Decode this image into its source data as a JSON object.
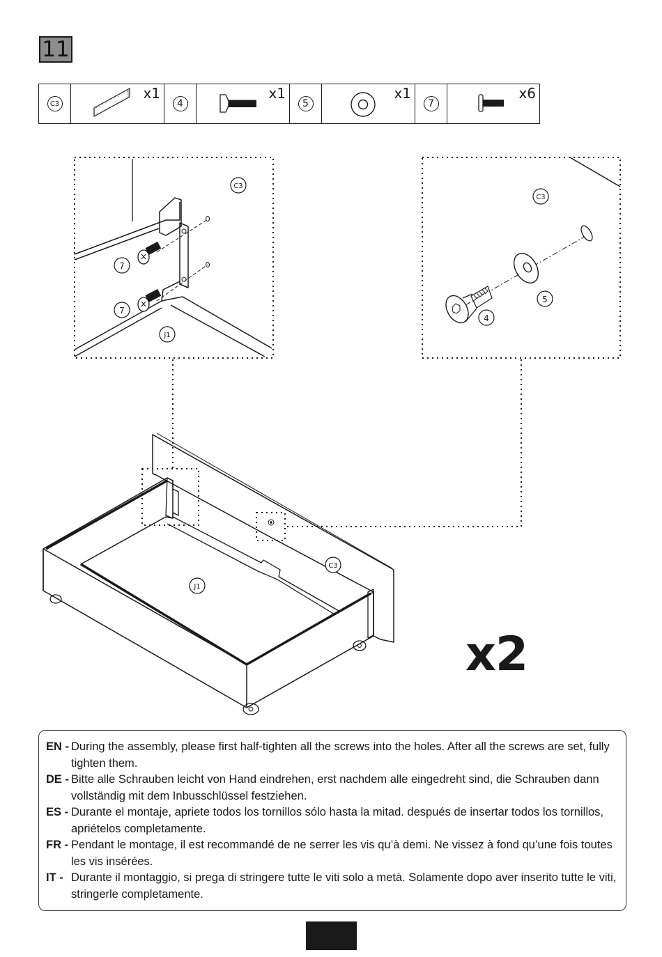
{
  "step": {
    "number": "11"
  },
  "parts": [
    {
      "id": "C3",
      "qty": "x1",
      "icon": "panel-icon"
    },
    {
      "id": "4",
      "qty": "x1",
      "icon": "bolt-icon"
    },
    {
      "id": "5",
      "qty": "x1",
      "icon": "washer-icon"
    },
    {
      "id": "7",
      "qty": "x6",
      "icon": "screw-icon"
    }
  ],
  "detail_left": {
    "labels": {
      "top": "C3",
      "screw_a": "7",
      "screw_b": "7",
      "bottom": "J1"
    }
  },
  "detail_right": {
    "labels": {
      "top": "C3",
      "washer": "5",
      "bolt": "4"
    }
  },
  "main_drawing": {
    "labels": {
      "side": "C3",
      "base": "J1"
    }
  },
  "multiplier": "x2",
  "instructions": [
    {
      "lang": "EN -",
      "text": "During the assembly, please first half-tighten all the screws into the holes. After all the screws are set, fully tighten them."
    },
    {
      "lang": "DE -",
      "text": "Bitte alle Schrauben leicht von Hand eindrehen, erst nachdem alle eingedreht sind, die Schrauben dann vollständig mit dem Inbusschlüssel festziehen."
    },
    {
      "lang": "ES -",
      "text": "Durante el montaje, apriete todos los tornillos sólo hasta la mitad. después de insertar todos los tornillos, apriételos completamente."
    },
    {
      "lang": "FR -",
      "text": "Pendant le montage, il est recommandé de ne serrer les vis qu’à demi. Ne vissez à fond qu’une fois toutes les vis insérées."
    },
    {
      "lang": "IT -",
      "text": "Durante il montaggio, si prega di stringere tutte le viti solo a metà. Solamente dopo aver inserito tutte le viti, stringerle completamente."
    }
  ]
}
